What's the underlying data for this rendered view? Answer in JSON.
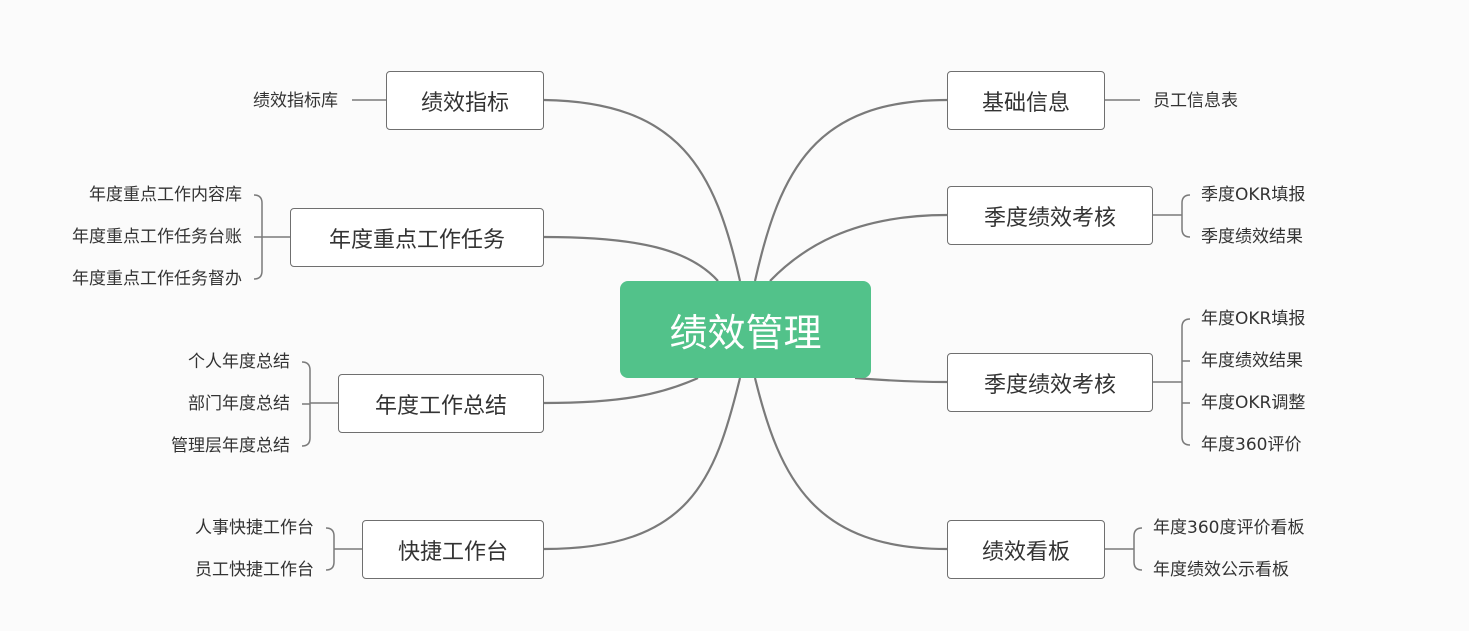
{
  "colors": {
    "center_fill": "#52c28a",
    "line": "#7a7a7a",
    "node_border": "#6f6f6f"
  },
  "root": {
    "label": "绩效管理"
  },
  "left": [
    {
      "label": "绩效指标",
      "children": [
        "绩效指标库"
      ]
    },
    {
      "label": "年度重点工作任务",
      "children": [
        "年度重点工作内容库",
        "年度重点工作任务台账",
        "年度重点工作任务督办"
      ]
    },
    {
      "label": "年度工作总结",
      "children": [
        "个人年度总结",
        "部门年度总结",
        "管理层年度总结"
      ]
    },
    {
      "label": "快捷工作台",
      "children": [
        "人事快捷工作台",
        "员工快捷工作台"
      ]
    }
  ],
  "right": [
    {
      "label": "基础信息",
      "children": [
        "员工信息表"
      ]
    },
    {
      "label": "季度绩效考核",
      "children": [
        "季度OKR填报",
        "季度绩效结果"
      ]
    },
    {
      "label": "季度绩效考核",
      "children": [
        "年度OKR填报",
        "年度绩效结果",
        "年度OKR调整",
        "年度360评价"
      ]
    },
    {
      "label": "绩效看板",
      "children": [
        "年度360度评价看板",
        "年度绩效公示看板"
      ]
    }
  ]
}
